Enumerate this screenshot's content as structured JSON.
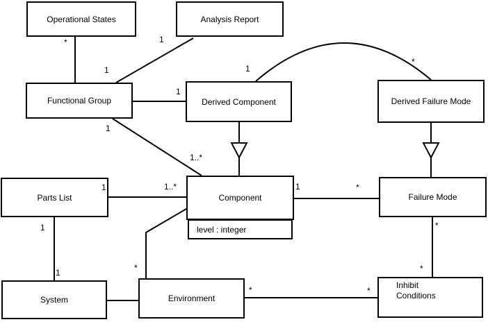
{
  "diagram_type": "uml-class-diagram",
  "colors": {
    "background": "#ffffff",
    "line": "#000000",
    "text": "#000000",
    "box_fill": "#ffffff"
  },
  "classes": [
    {
      "name": "Operational States"
    },
    {
      "name": "Analysis Report"
    },
    {
      "name": "Functional Group"
    },
    {
      "name": "Derived Component"
    },
    {
      "name": "Derived Failure Mode"
    },
    {
      "name": "Parts List"
    },
    {
      "name": "Component",
      "attributes": [
        "level : integer"
      ]
    },
    {
      "name": "Failure Mode"
    },
    {
      "name": "System"
    },
    {
      "name": "Environment"
    },
    {
      "name": "Inhibit Conditions"
    }
  ],
  "labels": [
    {
      "id": "operational-states-end",
      "text": "*"
    },
    {
      "id": "analysis-report-line-functional-group-end",
      "text": "1"
    },
    {
      "id": "analysis-report-line-report-end",
      "text": "1"
    },
    {
      "id": "functional-group-derived-component",
      "text": "1"
    },
    {
      "id": "functional-group-component-group-end",
      "text": "1"
    },
    {
      "id": "functional-group-component-component-end",
      "text": "1..*"
    },
    {
      "id": "arc-derived-component-end",
      "text": "1"
    },
    {
      "id": "arc-derived-failure-mode-end",
      "text": "*"
    },
    {
      "id": "parts-list-component-list-end",
      "text": "1"
    },
    {
      "id": "parts-list-component-component-end",
      "text": "1..*"
    },
    {
      "id": "parts-list-system-list-end",
      "text": "1"
    },
    {
      "id": "parts-list-system-system-end",
      "text": "1"
    },
    {
      "id": "component-environment-environment-end",
      "text": "*"
    },
    {
      "id": "component-failure-mode-component-end",
      "text": "1"
    },
    {
      "id": "component-failure-mode-mode-end",
      "text": "*"
    },
    {
      "id": "failure-mode-inhibit-mode-end",
      "text": "*"
    },
    {
      "id": "failure-mode-inhibit-inhibit-end",
      "text": "*"
    },
    {
      "id": "environment-inhibit-environment-end",
      "text": "*"
    },
    {
      "id": "environment-inhibit-inhibit-end",
      "text": "*"
    }
  ],
  "generalizations": [
    {
      "from": "Derived Component",
      "to": "Component"
    },
    {
      "from": "Derived Failure Mode",
      "to": "Failure Mode"
    }
  ]
}
